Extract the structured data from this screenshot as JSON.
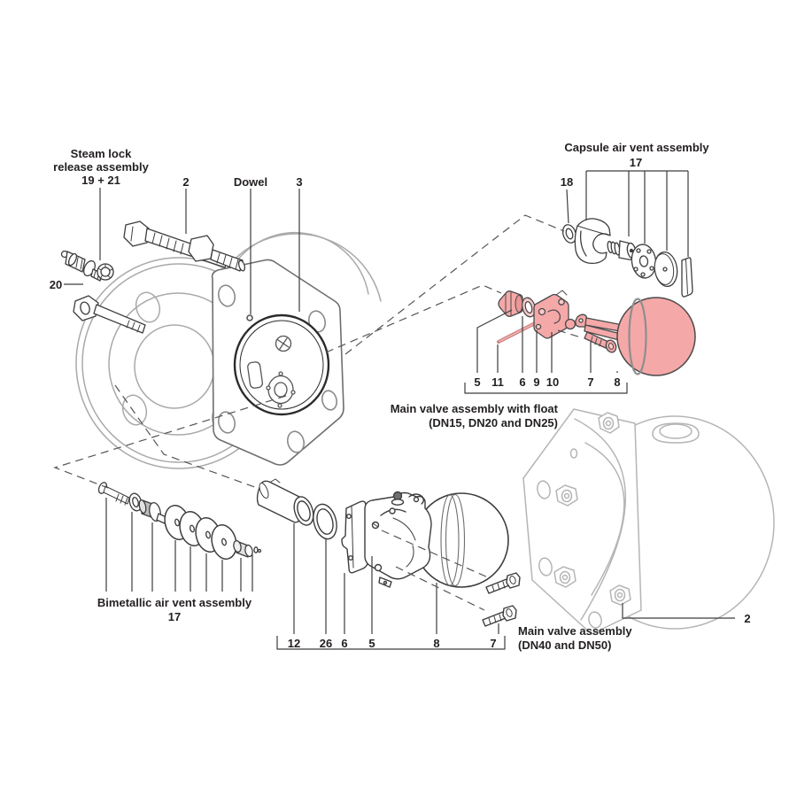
{
  "diagram": {
    "type": "exploded-parts-diagram",
    "highlighted_assembly": "Main valve assembly with float"
  },
  "colors": {
    "highlight_pink": "#f5a8a8",
    "highlight_pink_light": "#f9c9c9",
    "dark_line": "#3d3d3d",
    "gray_line": "#a9a9a9",
    "cover_gray": "#b5b5b5",
    "seam_gray": "#8e8e8e",
    "text": "#231f20"
  },
  "annotations": {
    "steam_lock_title_1": "Steam lock",
    "steam_lock_title_2": "release assembly",
    "steam_lock_nums": "19 + 21",
    "num_20": "20",
    "num_2_top": "2",
    "dowel": "Dowel",
    "num_3": "3",
    "capsule_title": "Capsule air vent assembly",
    "capsule_num": "17",
    "num_18": "18",
    "float_nums": [
      "5",
      "11",
      "6",
      "9",
      "10",
      "7",
      "8"
    ],
    "float_caption_1": "Main valve assembly with float",
    "float_caption_2": "(DN15, DN20 and DN25)",
    "bimetallic_title": "Bimetallic air vent assembly",
    "bimetallic_num": "17",
    "dn40_nums": [
      "12",
      "26",
      "6",
      "5",
      "8",
      "7"
    ],
    "dn40_caption_1": "Main valve assembly",
    "dn40_caption_2": "(DN40 and DN50)",
    "num_2_right": "2"
  }
}
